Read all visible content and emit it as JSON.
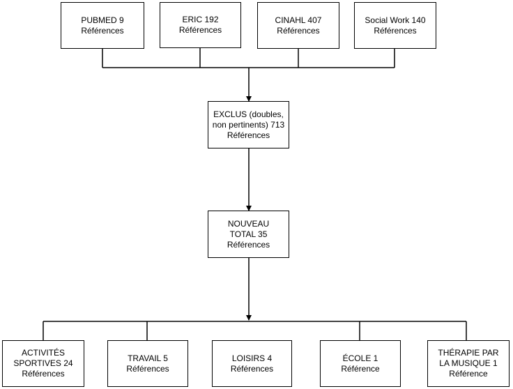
{
  "sources": [
    {
      "text": "PUBMED 9\nRéférences"
    },
    {
      "text": "ERIC 192\nRéférences"
    },
    {
      "text": "CINAHL 407\nRéférences"
    },
    {
      "text": "Social Work 140\nRéférences"
    }
  ],
  "excluded": {
    "text": "EXCLUS (doubles,\nnon pertinents) 713\nRéférences"
  },
  "total": {
    "text": "NOUVEAU\nTOTAL 35\nRéférences"
  },
  "categories": [
    {
      "text": "ACTIVITÉS\nSPORTIVES 24\nRéférences"
    },
    {
      "text": "TRAVAIL 5\nRéférences"
    },
    {
      "text": "LOISIRS 4\nRéférences"
    },
    {
      "text": "ÉCOLE 1\nRéférence"
    },
    {
      "text": "THÉRAPIE PAR\nLA MUSIQUE 1\nRéférence"
    }
  ]
}
